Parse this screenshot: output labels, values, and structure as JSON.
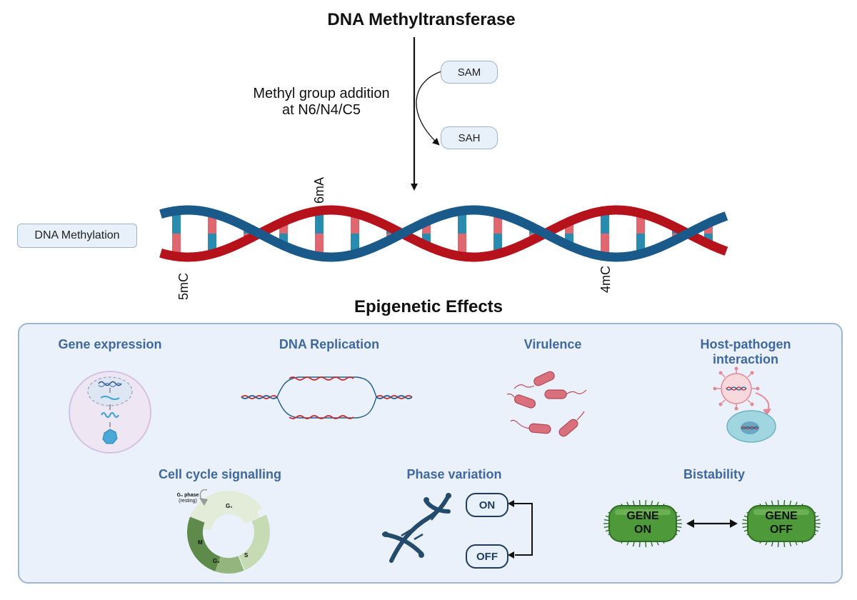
{
  "header": {
    "title": "DNA Methyltransferase",
    "reaction_label_line1": "Methyl group addition",
    "reaction_label_line2": "at N6/N4/C5",
    "cofactor_in": "SAM",
    "cofactor_out": "SAH"
  },
  "dna": {
    "side_label": "DNA Methylation",
    "mark_5mc": "5mC",
    "mark_6ma": "6mA",
    "mark_4mc": "4mC"
  },
  "effects": {
    "title": "Epigenetic Effects",
    "gene_expression": "Gene expression",
    "dna_replication": "DNA Replication",
    "virulence": "Virulence",
    "host_pathogen_line1": "Host-pathogen",
    "host_pathogen_line2": "interaction",
    "cell_cycle": "Cell cycle signalling",
    "phase_variation": "Phase variation",
    "bistability": "Bistability",
    "cell_cycle_labels": {
      "g0": "G₀ phase",
      "g0_sub": "(resting)",
      "g1": "G₁",
      "s": "S",
      "g2": "G₂",
      "m": "M"
    },
    "phase_on": "ON",
    "phase_off": "OFF",
    "gene_on_line1": "GENE",
    "gene_on_line2": "ON",
    "gene_off_line1": "GENE",
    "gene_off_line2": "OFF"
  },
  "colors": {
    "strand_red": "#b5121b",
    "strand_blue": "#1a5a8a",
    "panel_bg": "#eaf1fa",
    "panel_border": "#9fb6d2",
    "heading_blue": "#3f68a0",
    "bacteria_green": "#4e9a3a"
  }
}
